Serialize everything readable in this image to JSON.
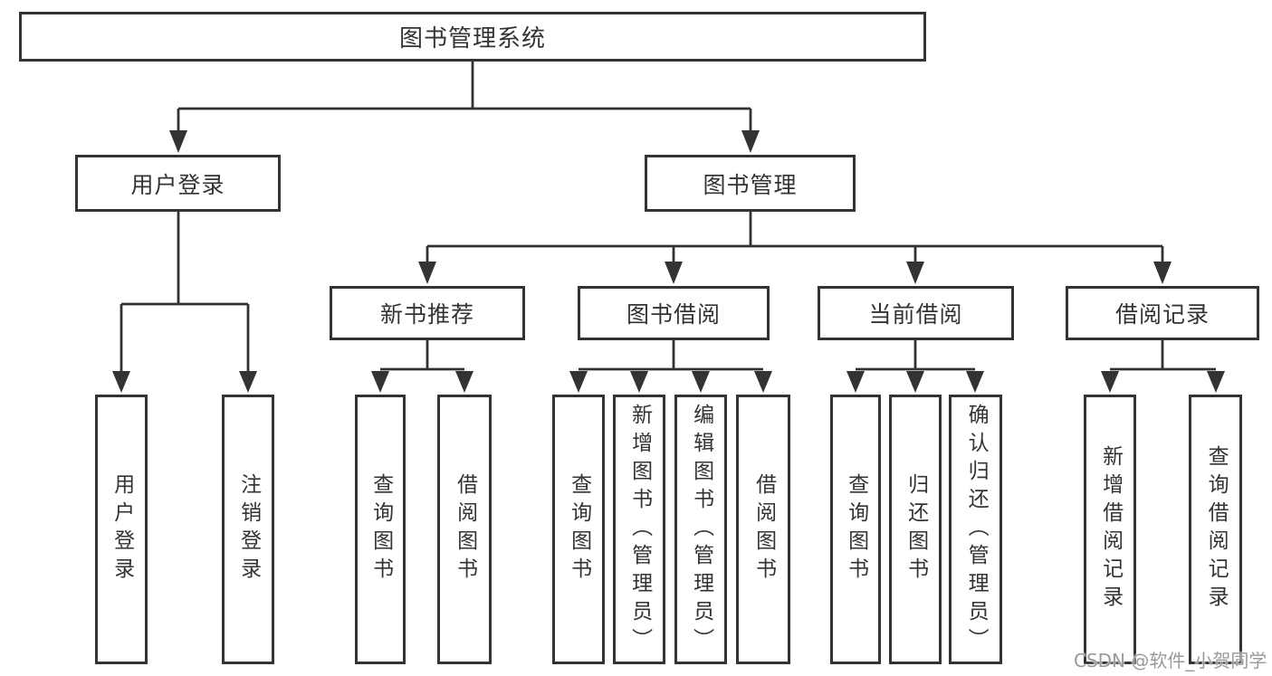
{
  "diagram": {
    "root": {
      "label": "图书管理系统"
    },
    "user_login": {
      "label": "用户登录",
      "children": [
        "用户登录",
        "注销登录"
      ]
    },
    "book_mgmt": {
      "label": "图书管理",
      "groups": [
        {
          "label": "新书推荐",
          "children": [
            "查询图书",
            "借阅图书"
          ]
        },
        {
          "label": "图书借阅",
          "children": [
            "查询图书",
            "新增图书（管理员）",
            "编辑图书（管理员）",
            "借阅图书"
          ]
        },
        {
          "label": "当前借阅",
          "children": [
            "查询图书",
            "归还图书",
            "确认归还（管理员）"
          ]
        },
        {
          "label": "借阅记录",
          "children": [
            "新增借阅记录",
            "查询借阅记录"
          ]
        }
      ]
    },
    "colors": {
      "line": "#333333",
      "box_border": "#333333",
      "text": "#333333",
      "watermark": "#9a9a9a"
    }
  },
  "watermark": {
    "text": "CSDN @软件_小贺同学"
  }
}
